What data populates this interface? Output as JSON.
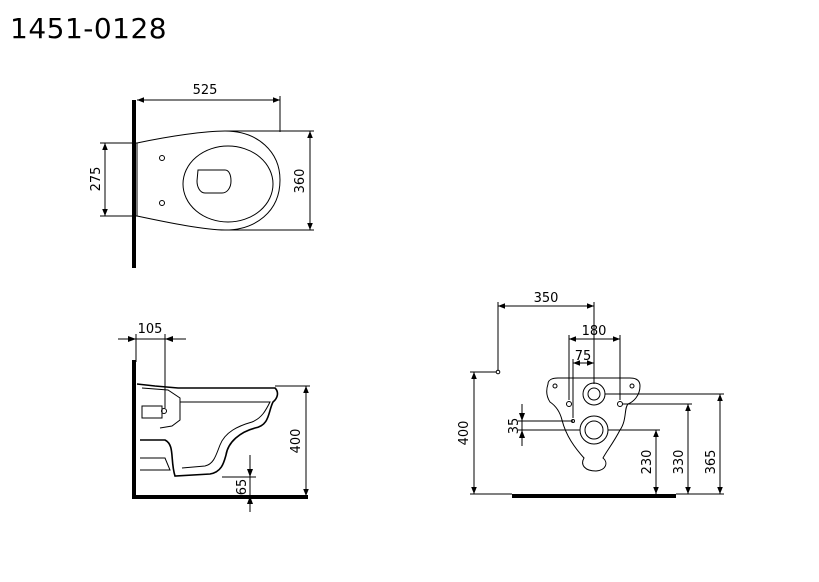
{
  "title": "1451-0128",
  "top_view": {
    "width": "525",
    "left_height": "275",
    "right_height": "360"
  },
  "side_view": {
    "offset": "105",
    "height": "400",
    "bottom": "65"
  },
  "front_view": {
    "d350": "350",
    "d180": "180",
    "d75": "75",
    "d35": "35",
    "d400": "400",
    "d230": "230",
    "d330": "330",
    "d365": "365"
  }
}
